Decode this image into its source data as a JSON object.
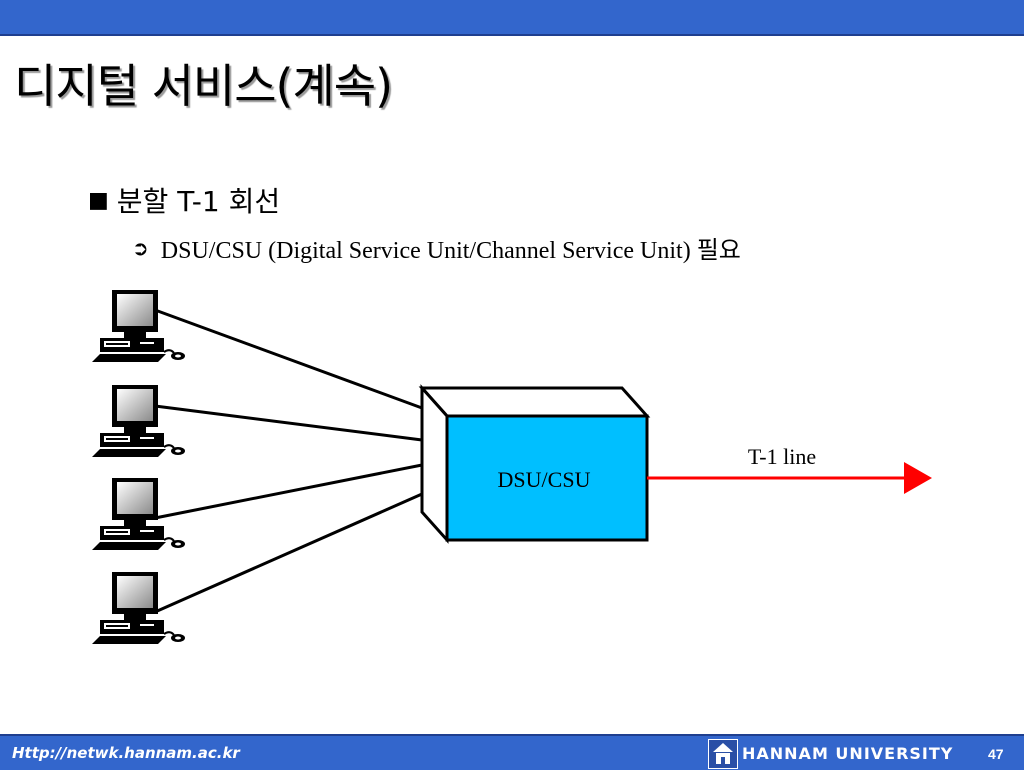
{
  "slide": {
    "title": "디지털 서비스(계속)",
    "bullet_level1": "분할 T-1 회선",
    "bullet_level2": "DSU/CSU (Digital Service Unit/Channel Service Unit) 필요"
  },
  "diagram": {
    "box_label": "DSU/CSU",
    "line_label": "T-1 line",
    "computer_count": 4,
    "colors": {
      "box_front": "#00bfff",
      "line": "#ff0000",
      "arrow": "#ff0000"
    }
  },
  "footer": {
    "url": "Http://netwk.hannam.ac.kr",
    "university": "HANNAM UNIVERSITY",
    "page_number": "47"
  }
}
